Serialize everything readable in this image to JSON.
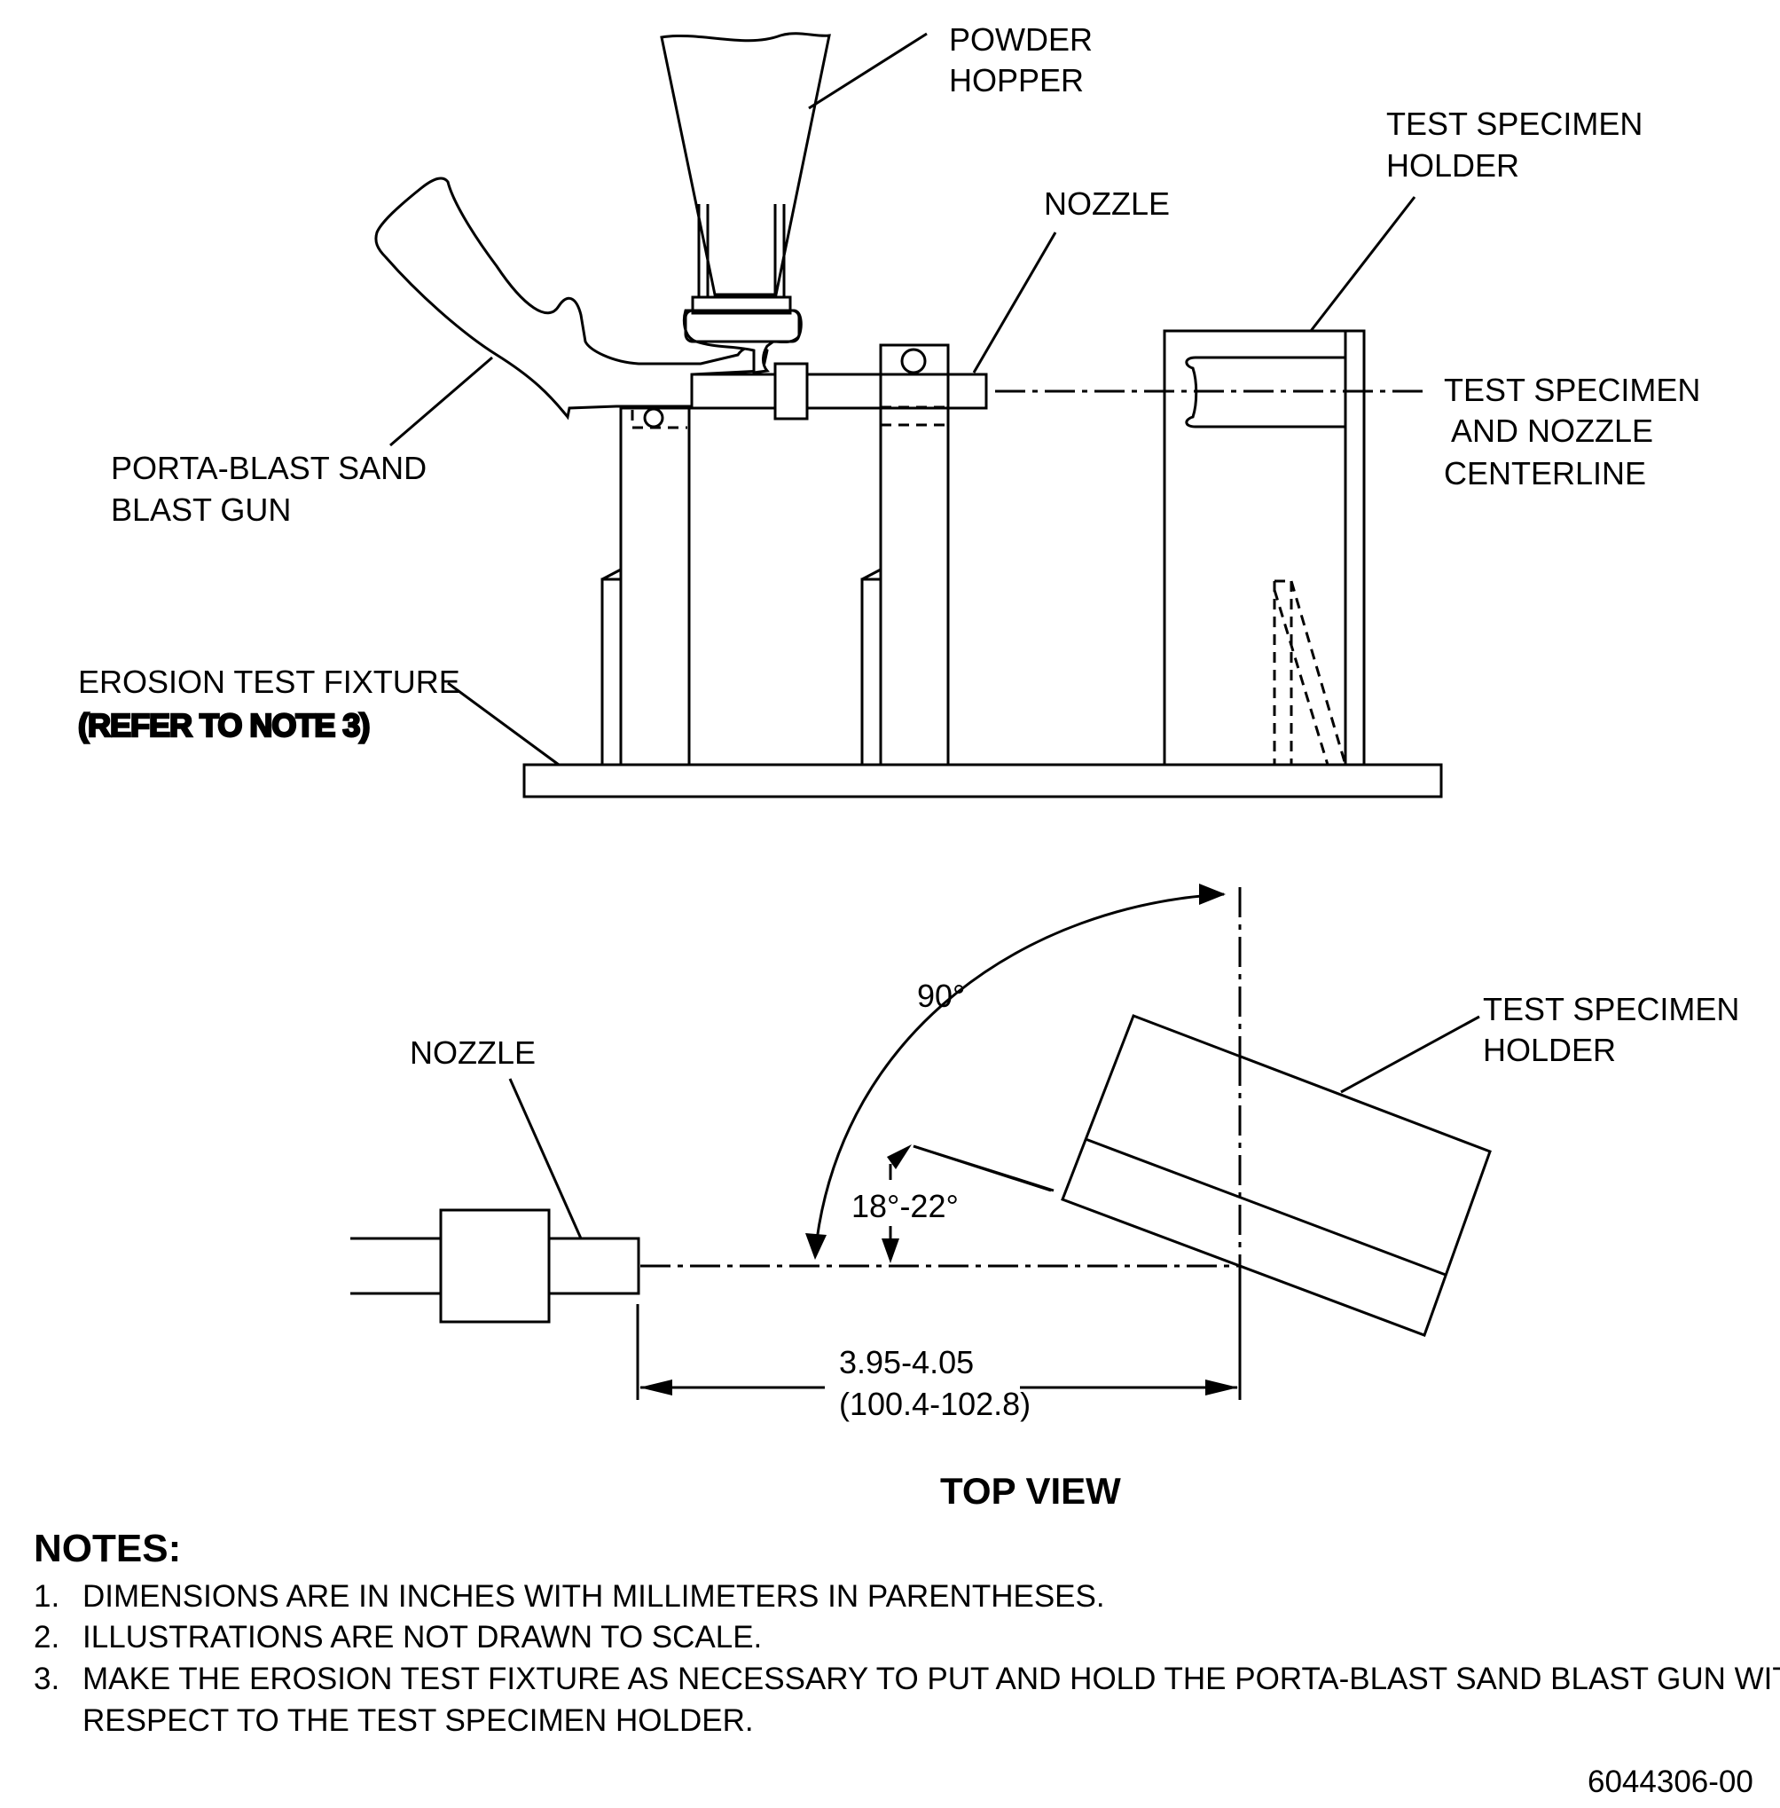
{
  "side_view": {
    "powder_hopper": [
      "POWDER",
      "HOPPER"
    ],
    "nozzle": "NOZZLE",
    "test_specimen_holder": [
      "TEST SPECIMEN",
      "HOLDER"
    ],
    "centerline": [
      "TEST SPECIMEN",
      "AND NOZZLE",
      "CENTERLINE"
    ],
    "sand_blast_gun": [
      "PORTA-BLAST SAND",
      "BLAST GUN"
    ],
    "erosion_fixture": "EROSION TEST FIXTURE",
    "erosion_fixture_note": "(REFER TO NOTE 3)"
  },
  "top_view": {
    "title": "TOP VIEW",
    "nozzle": "NOZZLE",
    "test_specimen_holder": [
      "TEST SPECIMEN",
      "HOLDER"
    ],
    "angle_90": "90°",
    "angle_range": "18°-22°",
    "dimension_in": "3.95-4.05",
    "dimension_mm": "(100.4-102.8)"
  },
  "notes": {
    "heading": "NOTES:",
    "items": [
      {
        "num": "1.",
        "lines": [
          "DIMENSIONS ARE IN INCHES WITH MILLIMETERS IN PARENTHESES."
        ]
      },
      {
        "num": "2.",
        "lines": [
          "ILLUSTRATIONS ARE NOT DRAWN TO SCALE."
        ]
      },
      {
        "num": "3.",
        "lines": [
          "MAKE THE EROSION TEST FIXTURE AS NECESSARY TO PUT AND HOLD THE PORTA-BLAST SAND BLAST GUN WITH",
          "RESPECT TO THE TEST SPECIMEN HOLDER."
        ]
      }
    ]
  },
  "figure_number": "6044306-00"
}
